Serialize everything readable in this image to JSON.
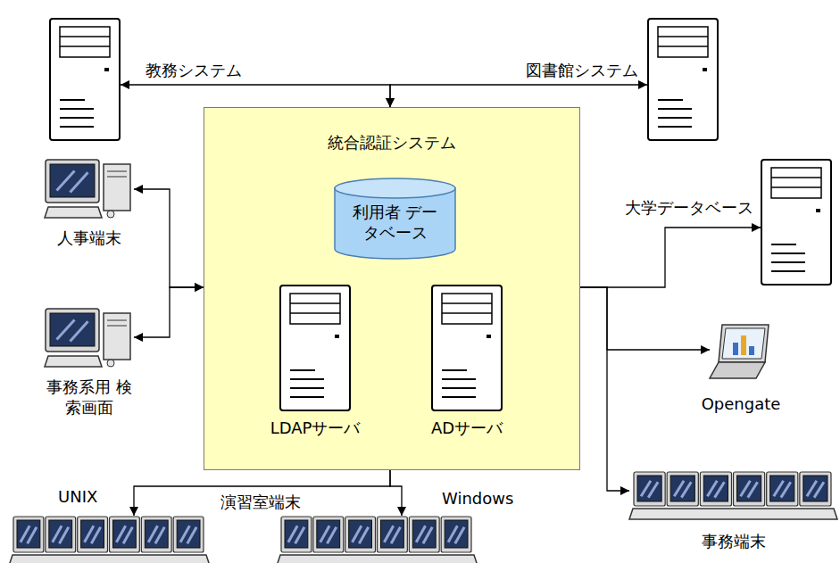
{
  "diagram": {
    "nodes": [
      {
        "text": [
          "教務システム"
        ]
      },
      {
        "text": [
          "図書館システム"
        ]
      },
      {
        "text": [
          "統合認証システム"
        ]
      },
      {
        "text": [
          "利用者 データベース"
        ],
        "in": 2
      },
      {
        "text": [
          "LDAPサーバ"
        ],
        "in": 2
      },
      {
        "text": [
          "ADサーバ"
        ],
        "in": 2
      },
      {
        "text": [
          "人事端末"
        ]
      },
      {
        "text": [
          "事務系用 検索画面"
        ]
      },
      {
        "text": [
          "大学データベース"
        ]
      },
      {
        "text": [
          "Opengate"
        ]
      },
      {
        "text": [
          "事務端末"
        ]
      },
      {
        "text": [
          "UNIX"
        ]
      },
      {
        "text": [
          "Windows"
        ]
      }
    ],
    "edges": [
      {
        "from": 0,
        "to": 2,
        "arrow": "both"
      },
      {
        "from": 1,
        "to": 2,
        "arrow": "both"
      },
      {
        "from": 6,
        "to": 2,
        "arrow": "both"
      },
      {
        "from": 7,
        "to": 2,
        "arrow": "both"
      },
      {
        "from": 2,
        "to": 8,
        "arrow": "to"
      },
      {
        "from": 2,
        "to": 9,
        "arrow": "to"
      },
      {
        "from": 2,
        "to": 10,
        "arrow": "to"
      },
      {
        "from": 2,
        "to": 11,
        "arrow": "to"
      },
      {
        "from": 2,
        "to": 12,
        "arrow": "to"
      }
    ],
    "labels": [
      "演習室端末"
    ]
  }
}
